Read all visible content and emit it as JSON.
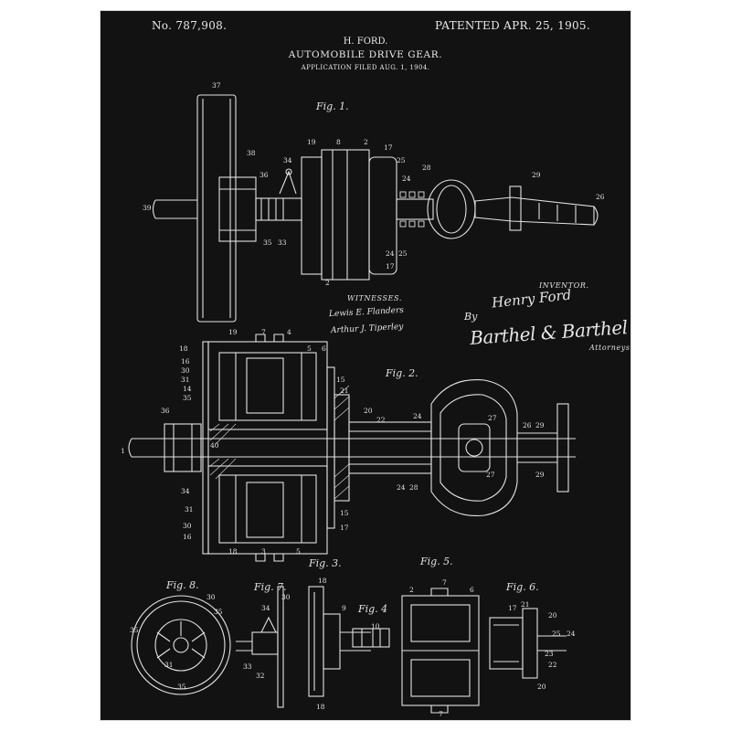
{
  "header": {
    "patent_number": "No. 787,908.",
    "patent_date": "PATENTED APR. 25, 1905.",
    "inventor_name": "H. FORD.",
    "title": "AUTOMOBILE DRIVE GEAR.",
    "application": "APPLICATION FILED AUG. 1, 1904."
  },
  "signatures": {
    "witnesses_label": "WITNESSES.",
    "witness_1": "Lewis E. Flanders",
    "witness_2": "Arthur J. Tiperley",
    "inventor_label": "INVENTOR.",
    "inventor_signature": "Henry Ford",
    "by": "By",
    "attorney_signature": "Barthel & Barthel",
    "attorneys_label": "Attorneys."
  },
  "figures": {
    "fig1": "Fig. 1.",
    "fig2": "Fig. 2.",
    "fig3": "Fig. 3.",
    "fig4": "Fig. 4",
    "fig5": "Fig. 5.",
    "fig6": "Fig. 6.",
    "fig7": "Fig. 7.",
    "fig8": "Fig. 8."
  },
  "ref_numerals": {
    "n1": "1",
    "n2": "2",
    "n3": "3",
    "n4": "4",
    "n5": "5",
    "n6": "6",
    "n7": "7",
    "n8": "8",
    "n9": "9",
    "n10": "10",
    "n14": "14",
    "n15": "15",
    "n16": "16",
    "n17": "17",
    "n18": "18",
    "n19": "19",
    "n20": "20",
    "n21": "21",
    "n22": "22",
    "n23": "23",
    "n24": "24",
    "n25": "25",
    "n26": "26",
    "n27": "27",
    "n28": "28",
    "n29": "29",
    "n30": "30",
    "n31": "31",
    "n32": "32",
    "n33": "33",
    "n34": "34",
    "n35": "35",
    "n36": "36",
    "n37": "37",
    "n38": "38",
    "n39": "39",
    "n40": "40"
  },
  "colors": {
    "background": "#121212",
    "ink": "#e6e6e6",
    "frame": "#ffffff"
  }
}
